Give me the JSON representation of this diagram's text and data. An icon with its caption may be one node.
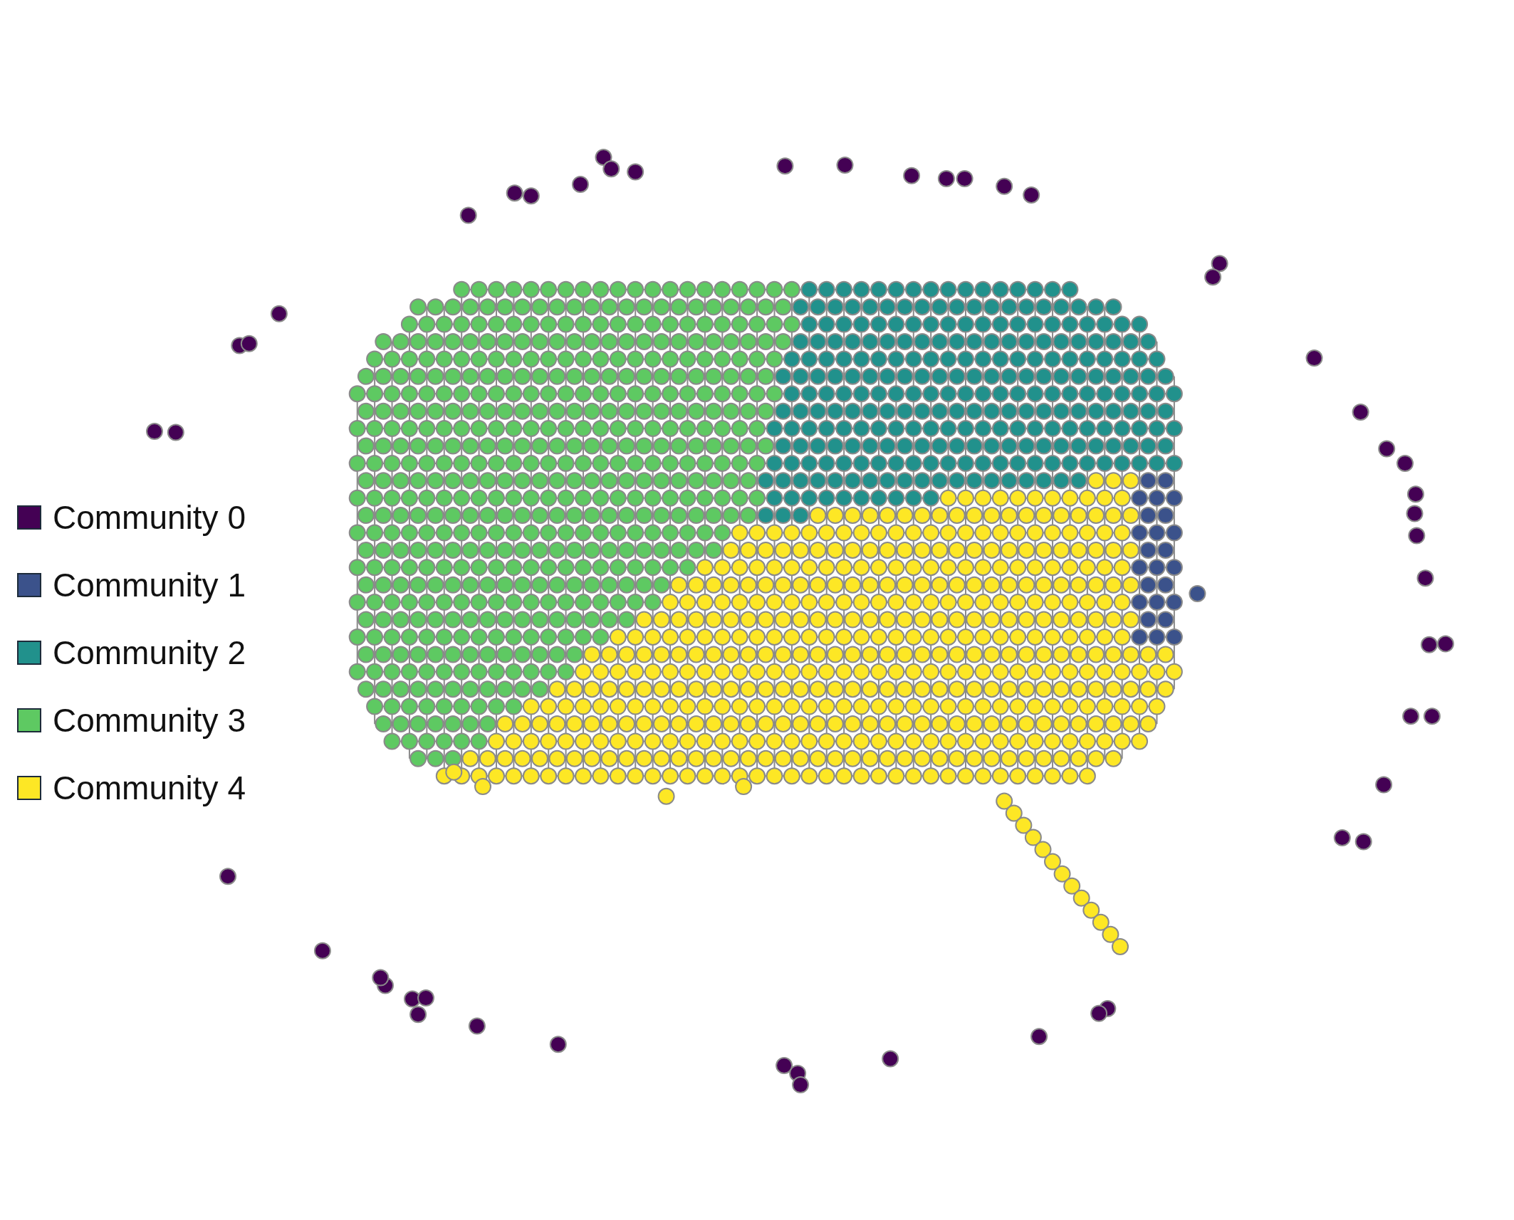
{
  "diagram": {
    "legend": [
      {
        "text": "Community 0",
        "color": "#440154"
      },
      {
        "text": "Community 1",
        "color": "#3b528b"
      },
      {
        "text": "Community 2",
        "color": "#21918c"
      },
      {
        "text": "Community 3",
        "color": "#5ec962"
      },
      {
        "text": "Community 4",
        "color": "#fde725"
      }
    ]
  }
}
